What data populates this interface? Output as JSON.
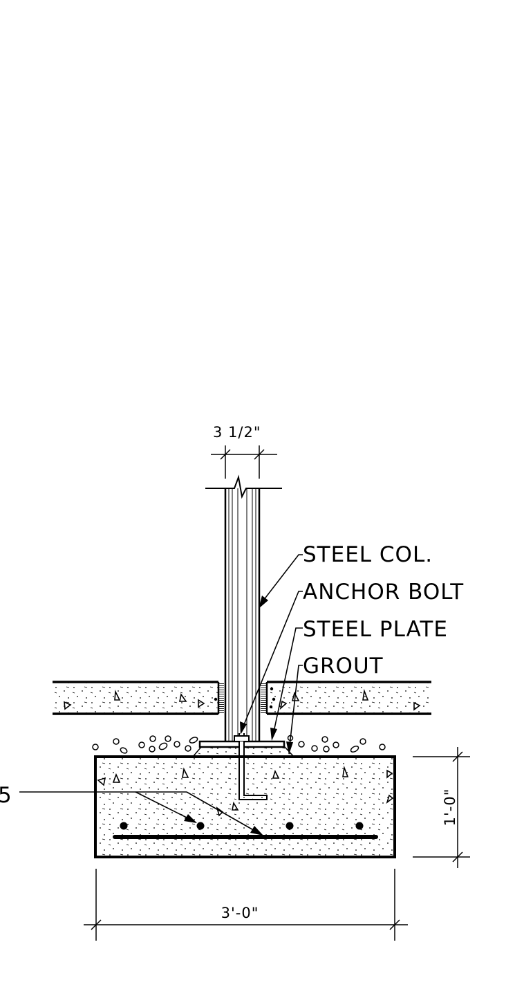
{
  "title": "",
  "labels": {
    "steel_col": "STEEL COL.",
    "anchor_bolt": "ANCHOR BOLT",
    "steel_plate": "STEEL PLATE",
    "grout": "GROUT",
    "rebar": "5"
  },
  "dimensions": {
    "column_width": "3 1/2\"",
    "footing_width": "3'-0\"",
    "footing_depth": "1'-0\""
  },
  "colors": {
    "line": "#000000",
    "background": "#ffffff"
  }
}
